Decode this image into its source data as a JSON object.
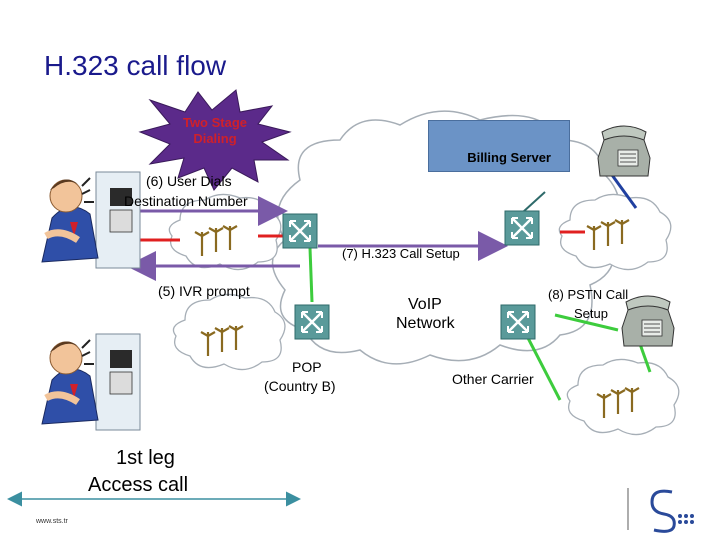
{
  "title": "H.323 call flow",
  "burst": {
    "line1": "Two Stage",
    "line2": "Dialing"
  },
  "billing_server": "Billing Server",
  "labels": {
    "user_dials_1": "(6) User Dials",
    "user_dials_2": "Destination Number",
    "call_setup": "(7) H.323 Call Setup",
    "ivr_prompt": "(5) IVR prompt",
    "voip_1": "VoIP",
    "voip_2": "Network",
    "pstn_1": "(8) PSTN Call",
    "pstn_2": "Setup",
    "pop_1": "POP",
    "pop_2": "(Country B)",
    "other_carrier": "Other Carrier",
    "first_leg_1": "1st leg",
    "first_leg_2": "Access call",
    "website": "www.sts.tr"
  },
  "colors": {
    "title": "#1a1a8c",
    "burst_fill": "#5b2a8a",
    "burst_text": "#d0202a",
    "billing_fill": "#6b93c6",
    "arrow": "#7a5aa8",
    "red_link": "#e02020",
    "green_link": "#3dcc3d",
    "blue_link": "#2040a0",
    "router": "#5a9a9a"
  },
  "icons": [
    "person-on-phone-icon",
    "payphone-icon",
    "router-icon",
    "telephone-icon",
    "cloud-icon",
    "antenna-icon",
    "company-logo"
  ]
}
